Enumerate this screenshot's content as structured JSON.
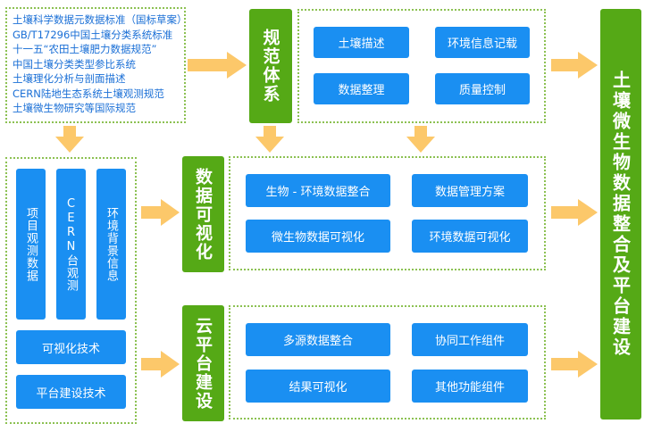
{
  "standards": [
    "土壤科学数据元数据标准（国标草案）",
    "GB/T17296中国土壤分类系统标准",
    "十一五“农田土壤肥力数据规范”",
    "中国土壤分类类型参比系统",
    "土壤理化分析与剖面描述",
    "CERN陆地生态系统土壤观测规范",
    "土壤微生物研究等国际规范"
  ],
  "norm": {
    "title": "规范体系",
    "items": [
      "土壤描述",
      "环境信息记载",
      "数据整理",
      "质量控制"
    ]
  },
  "sources": {
    "columns": [
      "项目观测数据",
      "CERN台观测",
      "环境背景信息"
    ],
    "tech": [
      "可视化技术",
      "平台建设技术"
    ]
  },
  "viz": {
    "title": "数据可视化",
    "items": [
      "生物 - 环境数据整合",
      "数据管理方案",
      "微生物数据可视化",
      "环境数据可视化"
    ]
  },
  "cloud": {
    "title": "云平台建设",
    "items": [
      "多源数据整合",
      "协同工作组件",
      "结果可视化",
      "其他功能组件"
    ]
  },
  "goal": "土壤微生物数据整合及平台建设",
  "colors": {
    "green": "#55a916",
    "blue": "#1a8ff2",
    "arrow": "#fcc86a",
    "dotted": "#8cc152"
  }
}
